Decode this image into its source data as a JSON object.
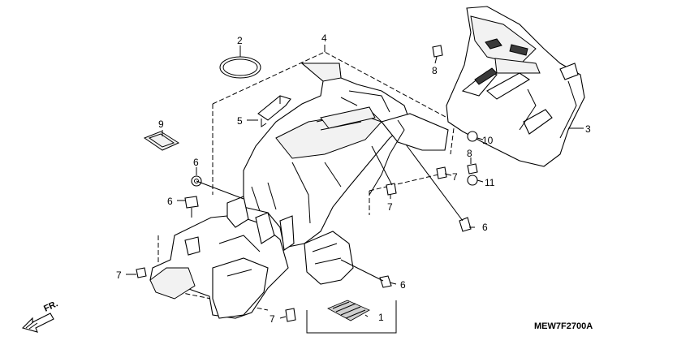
{
  "diagram": {
    "drawing_code": "MEW7F2700A",
    "direction_label": "FR.",
    "callouts": {
      "c1": "1",
      "c2": "2",
      "c3": "3",
      "c4": "4",
      "c5": "5",
      "c6a": "6",
      "c6b": "6",
      "c6c": "6",
      "c6d": "6",
      "c7a": "7",
      "c7b": "7",
      "c7c": "7",
      "c7d": "7",
      "c8a": "8",
      "c8b": "8",
      "c9": "9",
      "c10": "10",
      "c11": "11"
    }
  }
}
